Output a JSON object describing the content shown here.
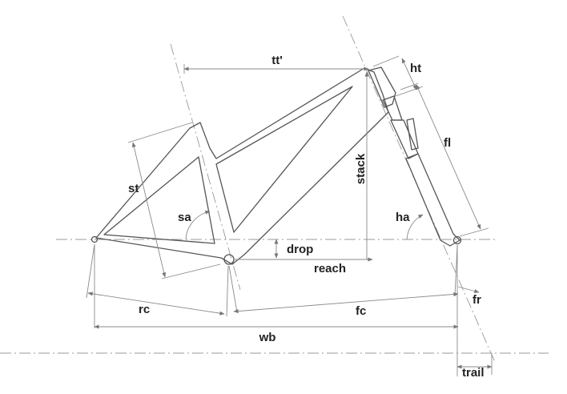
{
  "labels": {
    "tt": "tt'",
    "ht": "ht",
    "fl": "fl",
    "stack": "stack",
    "st": "st",
    "sa": "sa",
    "ha": "ha",
    "drop": "drop",
    "reach": "reach",
    "rc": "rc",
    "fc": "fc",
    "fr": "fr",
    "wb": "wb",
    "trail": "trail"
  },
  "colors": {
    "frame": "#555555",
    "dimension": "#8a8a8a",
    "text": "#222222"
  }
}
